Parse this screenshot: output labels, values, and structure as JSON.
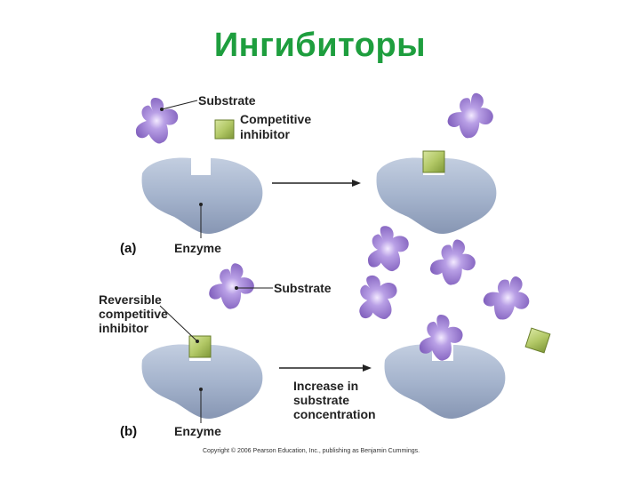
{
  "title": "Ингибиторы",
  "panel_a": {
    "tag": "(a)",
    "substrate_label": "Substrate",
    "inhibitor_label_line1": "Competitive",
    "inhibitor_label_line2": "inhibitor",
    "enzyme_label": "Enzyme"
  },
  "panel_b": {
    "tag": "(b)",
    "substrate_label": "Substrate",
    "inhibitor_label_line1": "Reversible",
    "inhibitor_label_line2": "competitive",
    "inhibitor_label_line3": "inhibitor",
    "enzyme_label": "Enzyme",
    "arrow_label_line1": "Increase in",
    "arrow_label_line2": "substrate",
    "arrow_label_line3": "concentration"
  },
  "copyright": "Copyright © 2006 Pearson Education, Inc., publishing as Benjamin Cummings.",
  "colors": {
    "title": "#1e9e3e",
    "enzyme": "#a3b2cc",
    "substrate": "#8f70c8",
    "inhibitor": "#a4bd55"
  }
}
